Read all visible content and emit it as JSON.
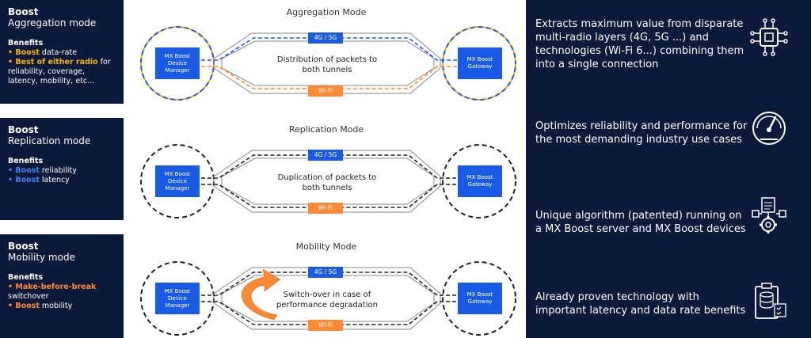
{
  "left": [
    {
      "title": "Boost",
      "mode": "Aggregation mode",
      "benefits_label": "Benefits",
      "lines": [
        {
          "bullet": "• ",
          "hl": "Boost",
          "rest": " data-rate",
          "color": "yellow"
        },
        {
          "bullet": "• ",
          "hl": "Best of either radio",
          "rest": " for",
          "color": "yellow"
        },
        {
          "bullet": "",
          "hl": "",
          "rest": "reliability, coverage,",
          "color": ""
        },
        {
          "bullet": "",
          "hl": "",
          "rest": "latency, mobility, etc...",
          "color": ""
        }
      ]
    },
    {
      "title": "Boost",
      "mode": "Replication mode",
      "benefits_label": "Benefits",
      "lines": [
        {
          "bullet": "• ",
          "hl": "Boost",
          "rest": " reliability",
          "color": "blue"
        },
        {
          "bullet": "• ",
          "hl": "Boost",
          "rest": " latency",
          "color": "blue"
        }
      ]
    },
    {
      "title": "Boost",
      "mode": "Mobility mode",
      "benefits_label": "Benefits",
      "lines": [
        {
          "bullet": "• ",
          "hl": "Make-before-break",
          "rest": "",
          "color": "orange"
        },
        {
          "bullet": "",
          "hl": "",
          "rest": "switchover",
          "color": ""
        },
        {
          "bullet": "• ",
          "hl": "Boost",
          "rest": " mobility",
          "color": "orange"
        }
      ]
    }
  ],
  "diagrams": [
    {
      "title": "Aggregation Mode",
      "text": "Distribution of packets to both tunnels",
      "top_tag": "4G / 5G",
      "bottom_tag": "Wi-Fi",
      "left_node": "MX Boost Device Manager",
      "right_node": "MX Boost Gateway"
    },
    {
      "title": "Replication Mode",
      "text": "Duplication of packets to both tunnels",
      "top_tag": "4G / 5G",
      "bottom_tag": "Wi-Fi",
      "left_node": "MX Boost Device Manager",
      "right_node": "MX Boost Gateway"
    },
    {
      "title": "Mobility Mode",
      "text": "Switch-over in case of performance degradation",
      "top_tag": "4G / 5G",
      "bottom_tag": "Wi-Fi",
      "left_node": "MX Boost Device Manager",
      "right_node": "MX Boost Gateway"
    }
  ],
  "right": [
    {
      "text": "Extracts maximum value from disparate multi-radio layers (4G, 5G ...) and technologies (Wi-Fi 6...) combining them into a single connection",
      "icon": "chip-icon"
    },
    {
      "text": "Optimizes reliability and performance for the most demanding industry use cases",
      "icon": "speedometer-icon"
    },
    {
      "text": "Unique algorithm (patented) running on a MX Boost server and MX Boost devices",
      "icon": "algorithm-gear-icon"
    },
    {
      "text": "Already proven technology with important latency and data rate benefits",
      "icon": "clipboard-database-icon"
    }
  ],
  "colors": {
    "navy": "#0b1a3b",
    "blue": "#1a5be6",
    "orange": "#ff8a34",
    "yellow": "#f4b400",
    "lightblue": "#3b82f6"
  }
}
